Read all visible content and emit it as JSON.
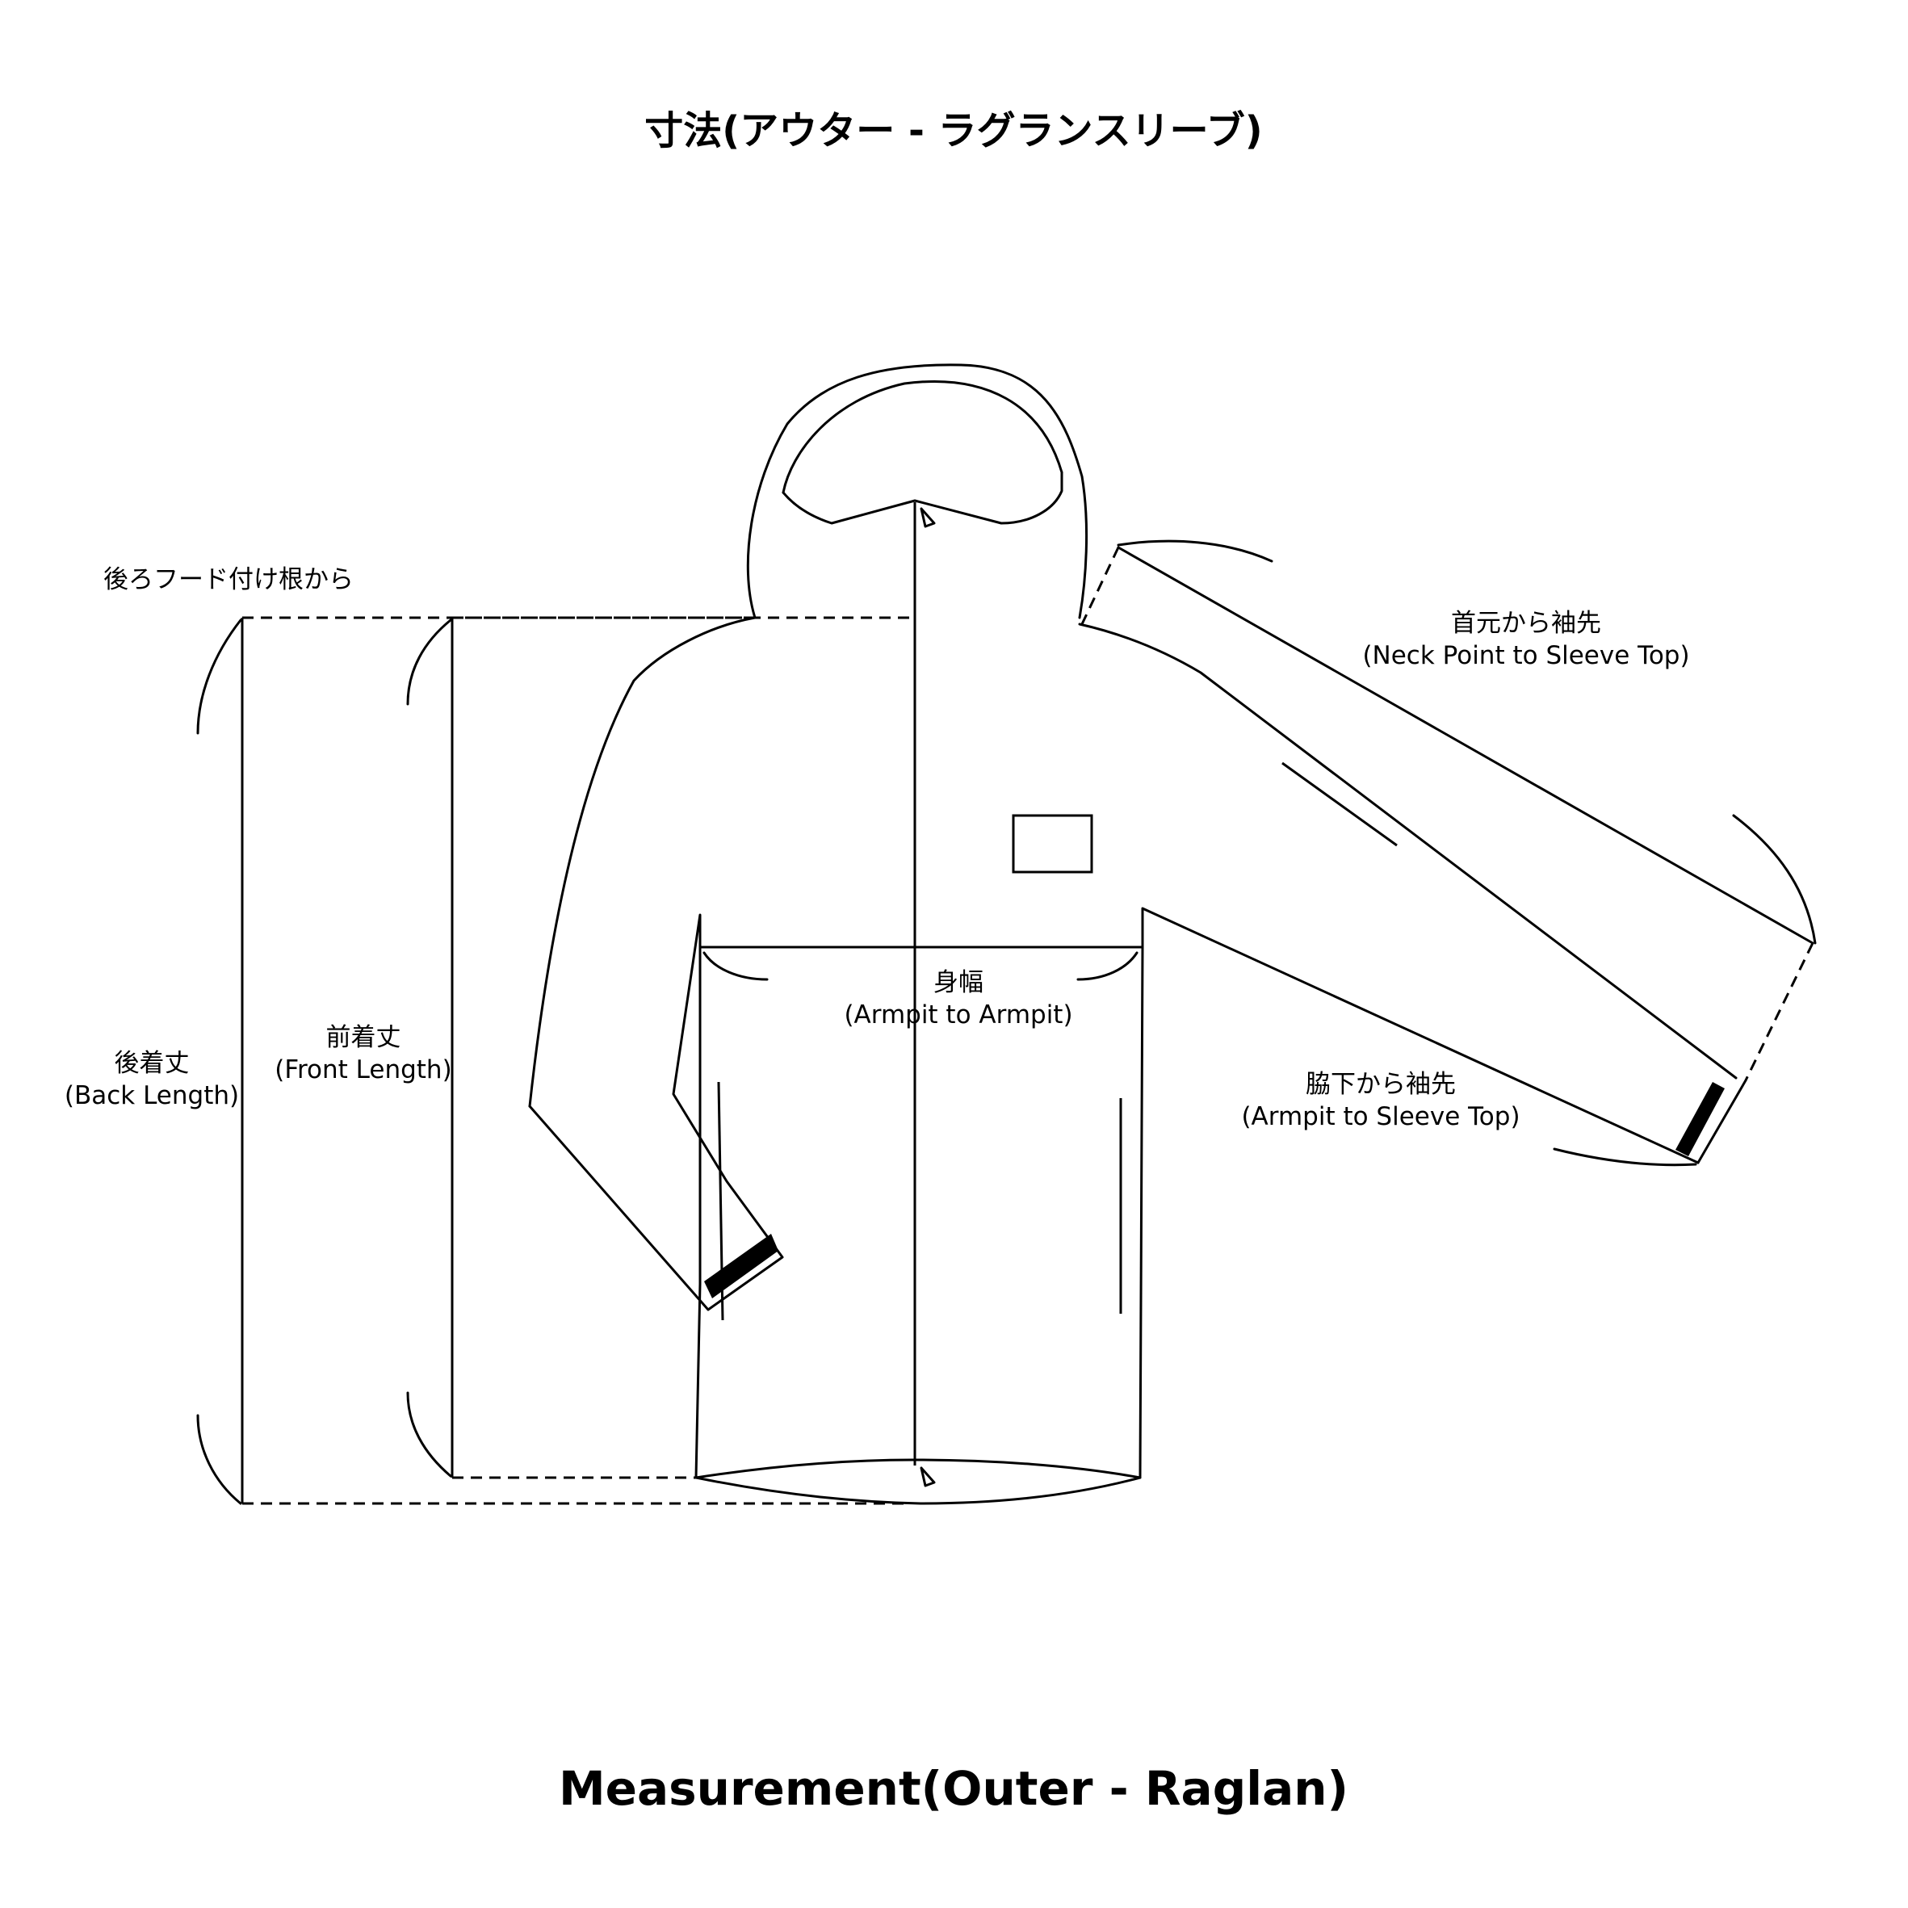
{
  "title_ja": "寸法(アウター - ラグランスリーブ)",
  "title_en": "Measurement(Outer - Raglan)",
  "labels": {
    "hood_base": "後ろフード付け根から",
    "back_length": {
      "ja": "後着丈",
      "en": "(Back Length)"
    },
    "front_length": {
      "ja": "前着丈",
      "en": "(Front Length)"
    },
    "armpit": {
      "ja": "身幅",
      "en": "(Armpit to Armpit)"
    },
    "neck_sleeve": {
      "ja": "首元から袖先",
      "en": "(Neck Point to Sleeve Top)"
    },
    "armpit_sleeve": {
      "ja": "脇下から袖先",
      "en": "(Armpit to Sleeve Top)"
    }
  },
  "colors": {
    "line": "#000000",
    "background": "#ffffff"
  }
}
